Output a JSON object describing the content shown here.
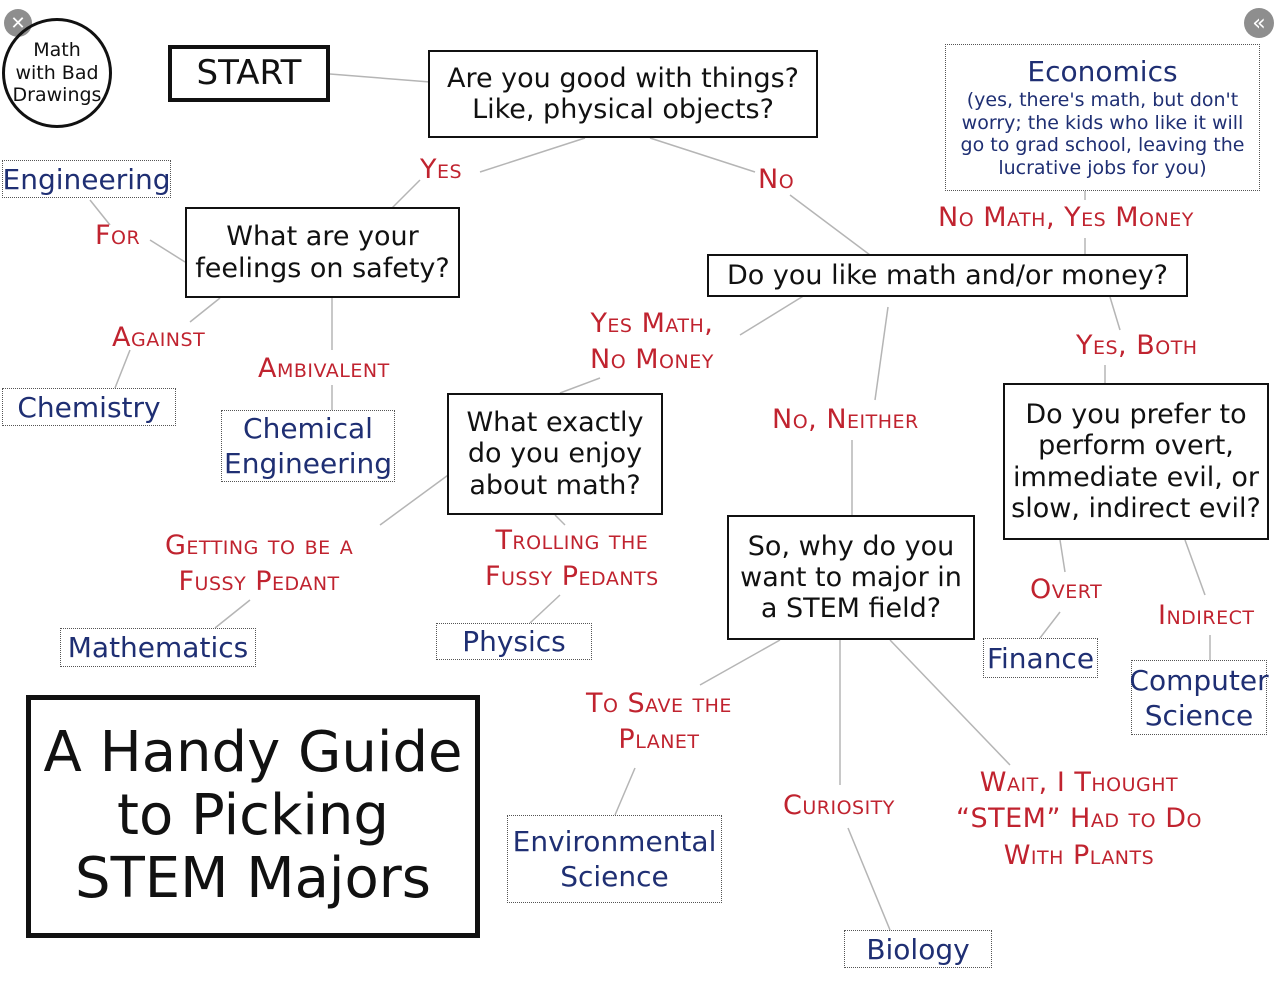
{
  "logo": {
    "lines": [
      "Math",
      "with Bad",
      "Drawings"
    ]
  },
  "title": {
    "lines": [
      "A Handy Guide",
      "to Picking",
      "STEM Majors"
    ]
  },
  "start": "START",
  "questions": {
    "physical": [
      "Are you good with things?",
      "Like, physical objects?"
    ],
    "safety": [
      "What are your",
      "feelings on safety?"
    ],
    "math_money": "Do you like math and/or money?",
    "enjoy_math": [
      "What exactly",
      "do you enjoy",
      "about math?"
    ],
    "why_stem": [
      "So, why do you",
      "want to major in",
      "a STEM field?"
    ],
    "evil": [
      "Do you prefer to",
      "perform overt,",
      "immediate evil, or",
      "slow, indirect evil?"
    ]
  },
  "answers": {
    "yes": "Yes",
    "no": "No",
    "for": "For",
    "against": "Against",
    "ambivalent": "Ambivalent",
    "no_math_yes_money": "No Math, Yes Money",
    "yes_math_no_money": [
      "Yes Math,",
      "No Money"
    ],
    "no_neither": "No, Neither",
    "yes_both": "Yes, Both",
    "fussy_pedant": [
      "Getting to be a",
      "Fussy Pedant"
    ],
    "trolling": [
      "Trolling the",
      "Fussy Pedants"
    ],
    "overt": "Overt",
    "indirect": "Indirect",
    "save_planet": [
      "To Save the",
      "Planet"
    ],
    "curiosity": "Curiosity",
    "plants": [
      "Wait, I Thought",
      "“STEM” Had to Do",
      "With Plants"
    ]
  },
  "majors": {
    "engineering": "Engineering",
    "chemistry": "Chemistry",
    "chemical_engineering": [
      "Chemical",
      "Engineering"
    ],
    "mathematics": "Mathematics",
    "physics": "Physics",
    "finance": "Finance",
    "computer_science": [
      "Computer",
      "Science"
    ],
    "environmental_science": [
      "Environmental",
      "Science"
    ],
    "biology": "Biology",
    "economics": {
      "title": "Economics",
      "note": [
        "(yes, there's math, but don't",
        "worry; the kids who like it will",
        "go to grad school, leaving the",
        "lucrative jobs for you)"
      ]
    }
  },
  "controls": {
    "close_glyph": "✕",
    "collapse_glyph": "«"
  }
}
